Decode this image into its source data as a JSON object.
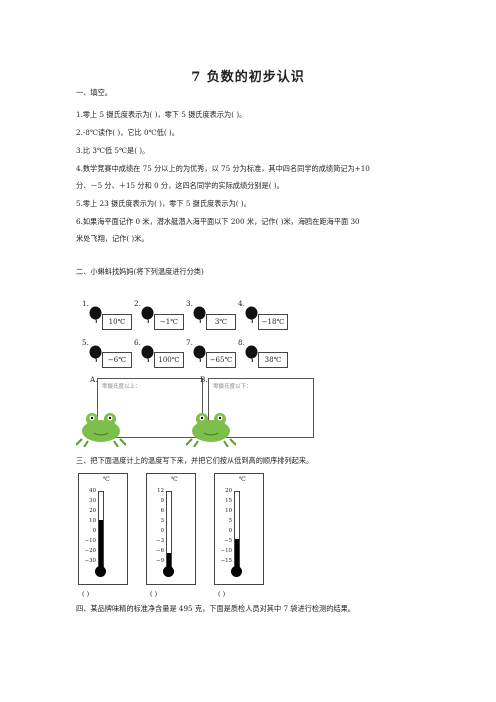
{
  "title": "7 负数的初步认识",
  "section1": {
    "heading": "一、填空。",
    "q1": "1.零上 5 摄氏度表示为(      )，零下 5 摄氏度表示为(      )。",
    "q2": "2.-8℃读作(      )，它比 0℃低(      )。",
    "q3": "3.比 3℃低 5℃是(      )。",
    "q4a": "4.数学竞赛中成绩在 75 分以上的为优秀，以 75 分为标准，其中四名同学的成绩简记为+10",
    "q4b": "分、－5 分、＋15 分和 0 分，这四名同学的实际成绩分别是(      )。",
    "q5": "5.零上 23 摄氏度表示为(      )，零下 5 摄氏度表示为(      )。",
    "q6a": "6.如果海平面记作 0 米，潜水艇潜入海平面以下 200 米，记作(      )米，海鸥在距海平面 30",
    "q6b": "米处飞翔，记作(      )米。"
  },
  "section2": {
    "heading": "二、小蝌蚪找妈妈(将下列温度进行分类)",
    "items": [
      {
        "n": "1.",
        "t": "10℃"
      },
      {
        "n": "2.",
        "t": "−1℃"
      },
      {
        "n": "3.",
        "t": "3℃"
      },
      {
        "n": "4.",
        "t": "−18℃"
      },
      {
        "n": "5.",
        "t": "−6℃"
      },
      {
        "n": "6.",
        "t": "100℃"
      },
      {
        "n": "7.",
        "t": "−65℃"
      },
      {
        "n": "8.",
        "t": "38℃"
      }
    ],
    "boxA": {
      "label": "A.",
      "hint": "零摄氏度以上："
    },
    "boxB": {
      "label": "B.",
      "hint": "零摄氏度以下："
    }
  },
  "section3": {
    "heading": "三、把下面温度计上的温度写下来，并把它们按从低到高的顺序排列起来。",
    "unit": "℃",
    "thermometers": [
      {
        "ticks": [
          "40",
          "30",
          "20",
          "10",
          "0",
          "−10",
          "−20",
          "−30"
        ],
        "fill_fraction": 0.63
      },
      {
        "ticks": [
          "12",
          "9",
          "6",
          "3",
          "0",
          "−3",
          "−6",
          "−9"
        ],
        "fill_fraction": 0.2
      },
      {
        "ticks": [
          "20",
          "15",
          "10",
          "5",
          "0",
          "−5",
          "−10",
          "−15"
        ],
        "fill_fraction": 0.38
      }
    ],
    "answer": "(          )"
  },
  "section4": {
    "heading": "四、某品牌味精的标准净含量是 495 克，下面是质检人员对其中 7 袋进行检测的结果。"
  },
  "colors": {
    "balloon": "#111111",
    "frog": "#7cbf4a",
    "mercury": "#000000"
  }
}
